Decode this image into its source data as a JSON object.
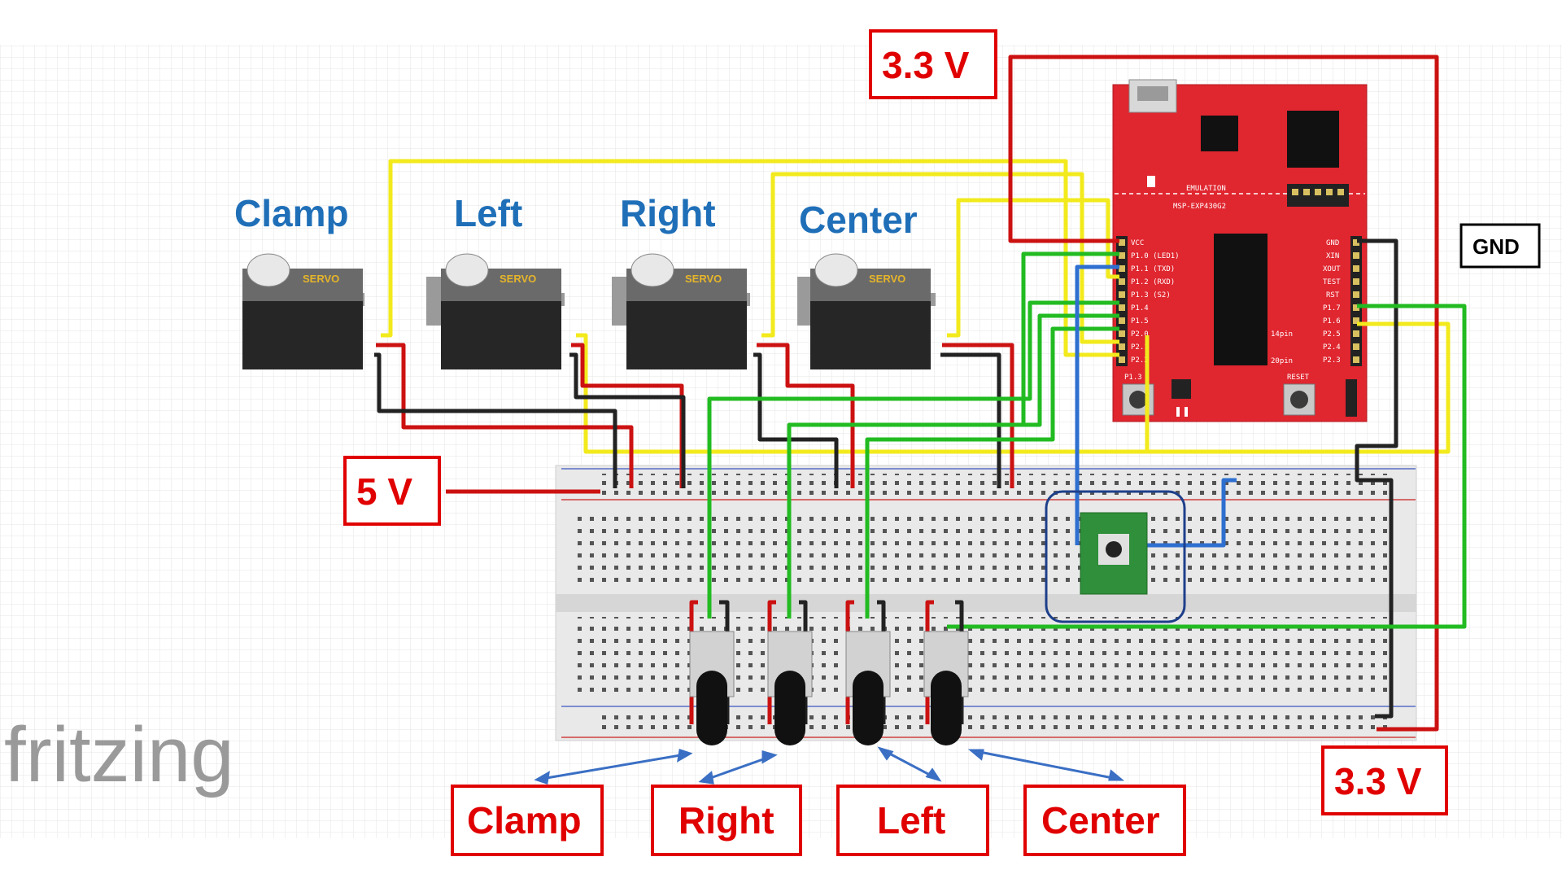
{
  "watermark": "fritzing",
  "servo_labels": [
    "Clamp",
    "Left",
    "Right",
    "Center"
  ],
  "servo_body_text": "SERVO",
  "pot_labels": [
    "Clamp",
    "Right",
    "Left",
    "Center"
  ],
  "power_labels": {
    "top_3v3": "3.3 V",
    "five_v": "5 V",
    "gnd": "GND",
    "bottom_3v3": "3.3 V"
  },
  "board": {
    "line1": "EMULATION",
    "line2": "MSP-EXP430G2",
    "left_pins": [
      "VCC",
      "P1.0 (LED1)",
      "P1.1 (TXD)",
      "P1.2 (RXD)",
      "P1.3 (S2)",
      "P1.4",
      "P1.5",
      "P2.0",
      "P2.1",
      "P2.2"
    ],
    "right_pins": [
      "GND",
      "XIN",
      "XOUT",
      "TEST",
      "RST",
      "P1.7",
      "P1.6",
      "P2.5",
      "P2.4",
      "P2.3"
    ],
    "button1": "P1.3",
    "button2": "RESET",
    "chip_label1": "14pin",
    "chip_label2": "20pin"
  },
  "colors": {
    "wire_red": "#cc1111",
    "wire_black": "#222222",
    "wire_yellow": "#f2ea1c",
    "wire_green": "#22bb22",
    "wire_blue": "#2e6fd0",
    "board_red": "#e0262f",
    "label_blue": "#1f6fb8",
    "label_red": "#e00000"
  }
}
